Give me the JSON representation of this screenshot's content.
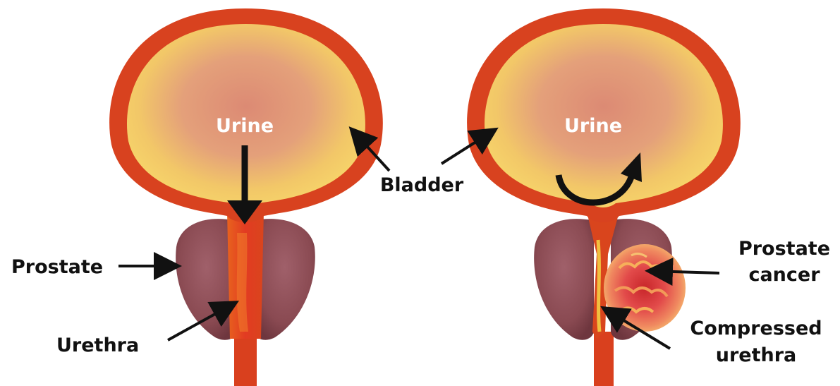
{
  "labels": {
    "urine_left": "Urine",
    "urine_right": "Urine",
    "bladder": "Bladder",
    "prostate": "Prostate",
    "urethra": "Urethra",
    "prostate_cancer_line1": "Prostate",
    "prostate_cancer_line2": "cancer",
    "compressed_line1": "Compressed",
    "compressed_line2": "urethra"
  },
  "colors": {
    "bladder_wall": "#d8421f",
    "bladder_inner_edge": "#f6c04e",
    "bladder_center": "#dc8a74",
    "prostate": "#8a4a52",
    "urethra": "#e04a22",
    "tumor": "#e8554a",
    "arrow": "#111111"
  }
}
